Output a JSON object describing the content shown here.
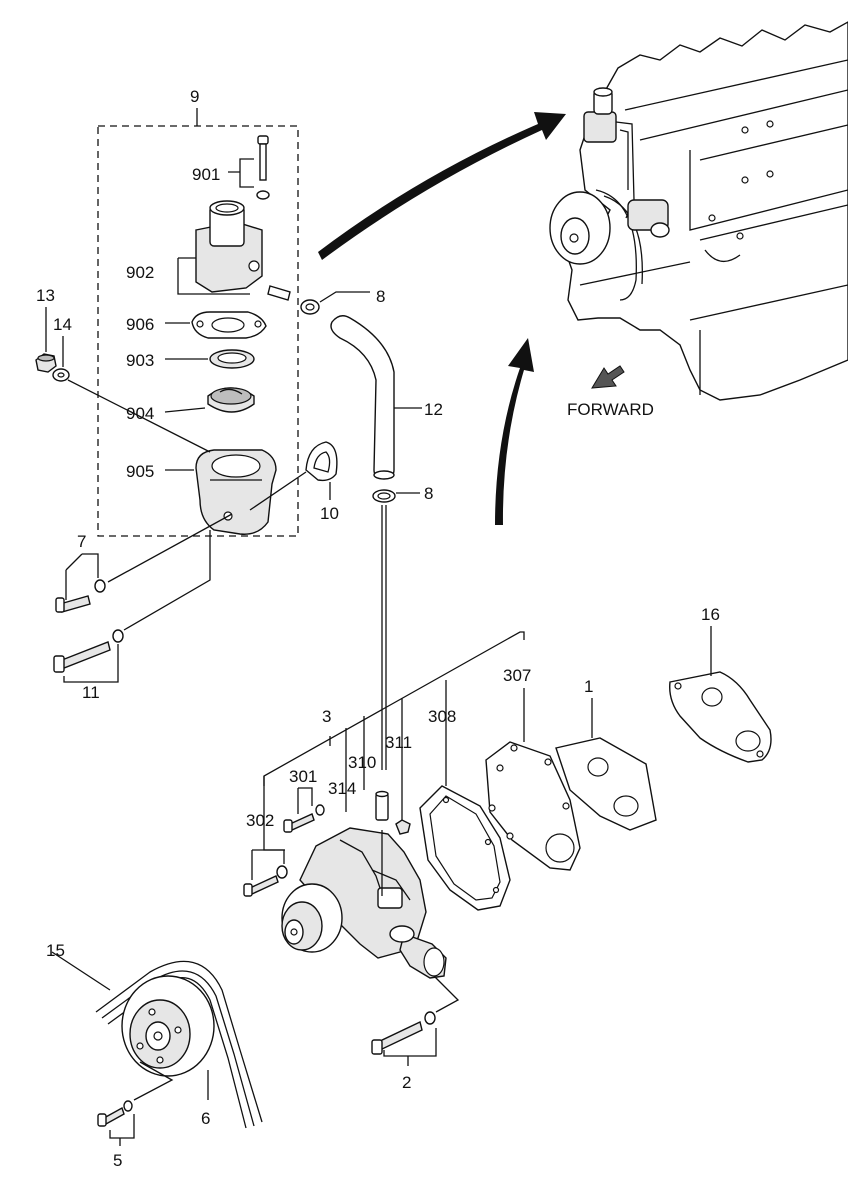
{
  "callouts": {
    "c9": "9",
    "c901": "901",
    "c902": "902",
    "c906": "906",
    "c903": "903",
    "c904": "904",
    "c905": "905",
    "c13": "13",
    "c14": "14",
    "c8a": "8",
    "c8b": "8",
    "c12": "12",
    "c10": "10",
    "c7": "7",
    "c11": "11",
    "c16": "16",
    "c307": "307",
    "c1": "1",
    "c3": "3",
    "c308": "308",
    "c311": "311",
    "c310": "310",
    "c301": "301",
    "c314": "314",
    "c302": "302",
    "c15": "15",
    "c6": "6",
    "c5": "5",
    "c2": "2"
  },
  "direction_label": "FORWARD",
  "icons": {
    "forward": "forward-arrow-icon",
    "flow": "flow-arrow-icon"
  }
}
